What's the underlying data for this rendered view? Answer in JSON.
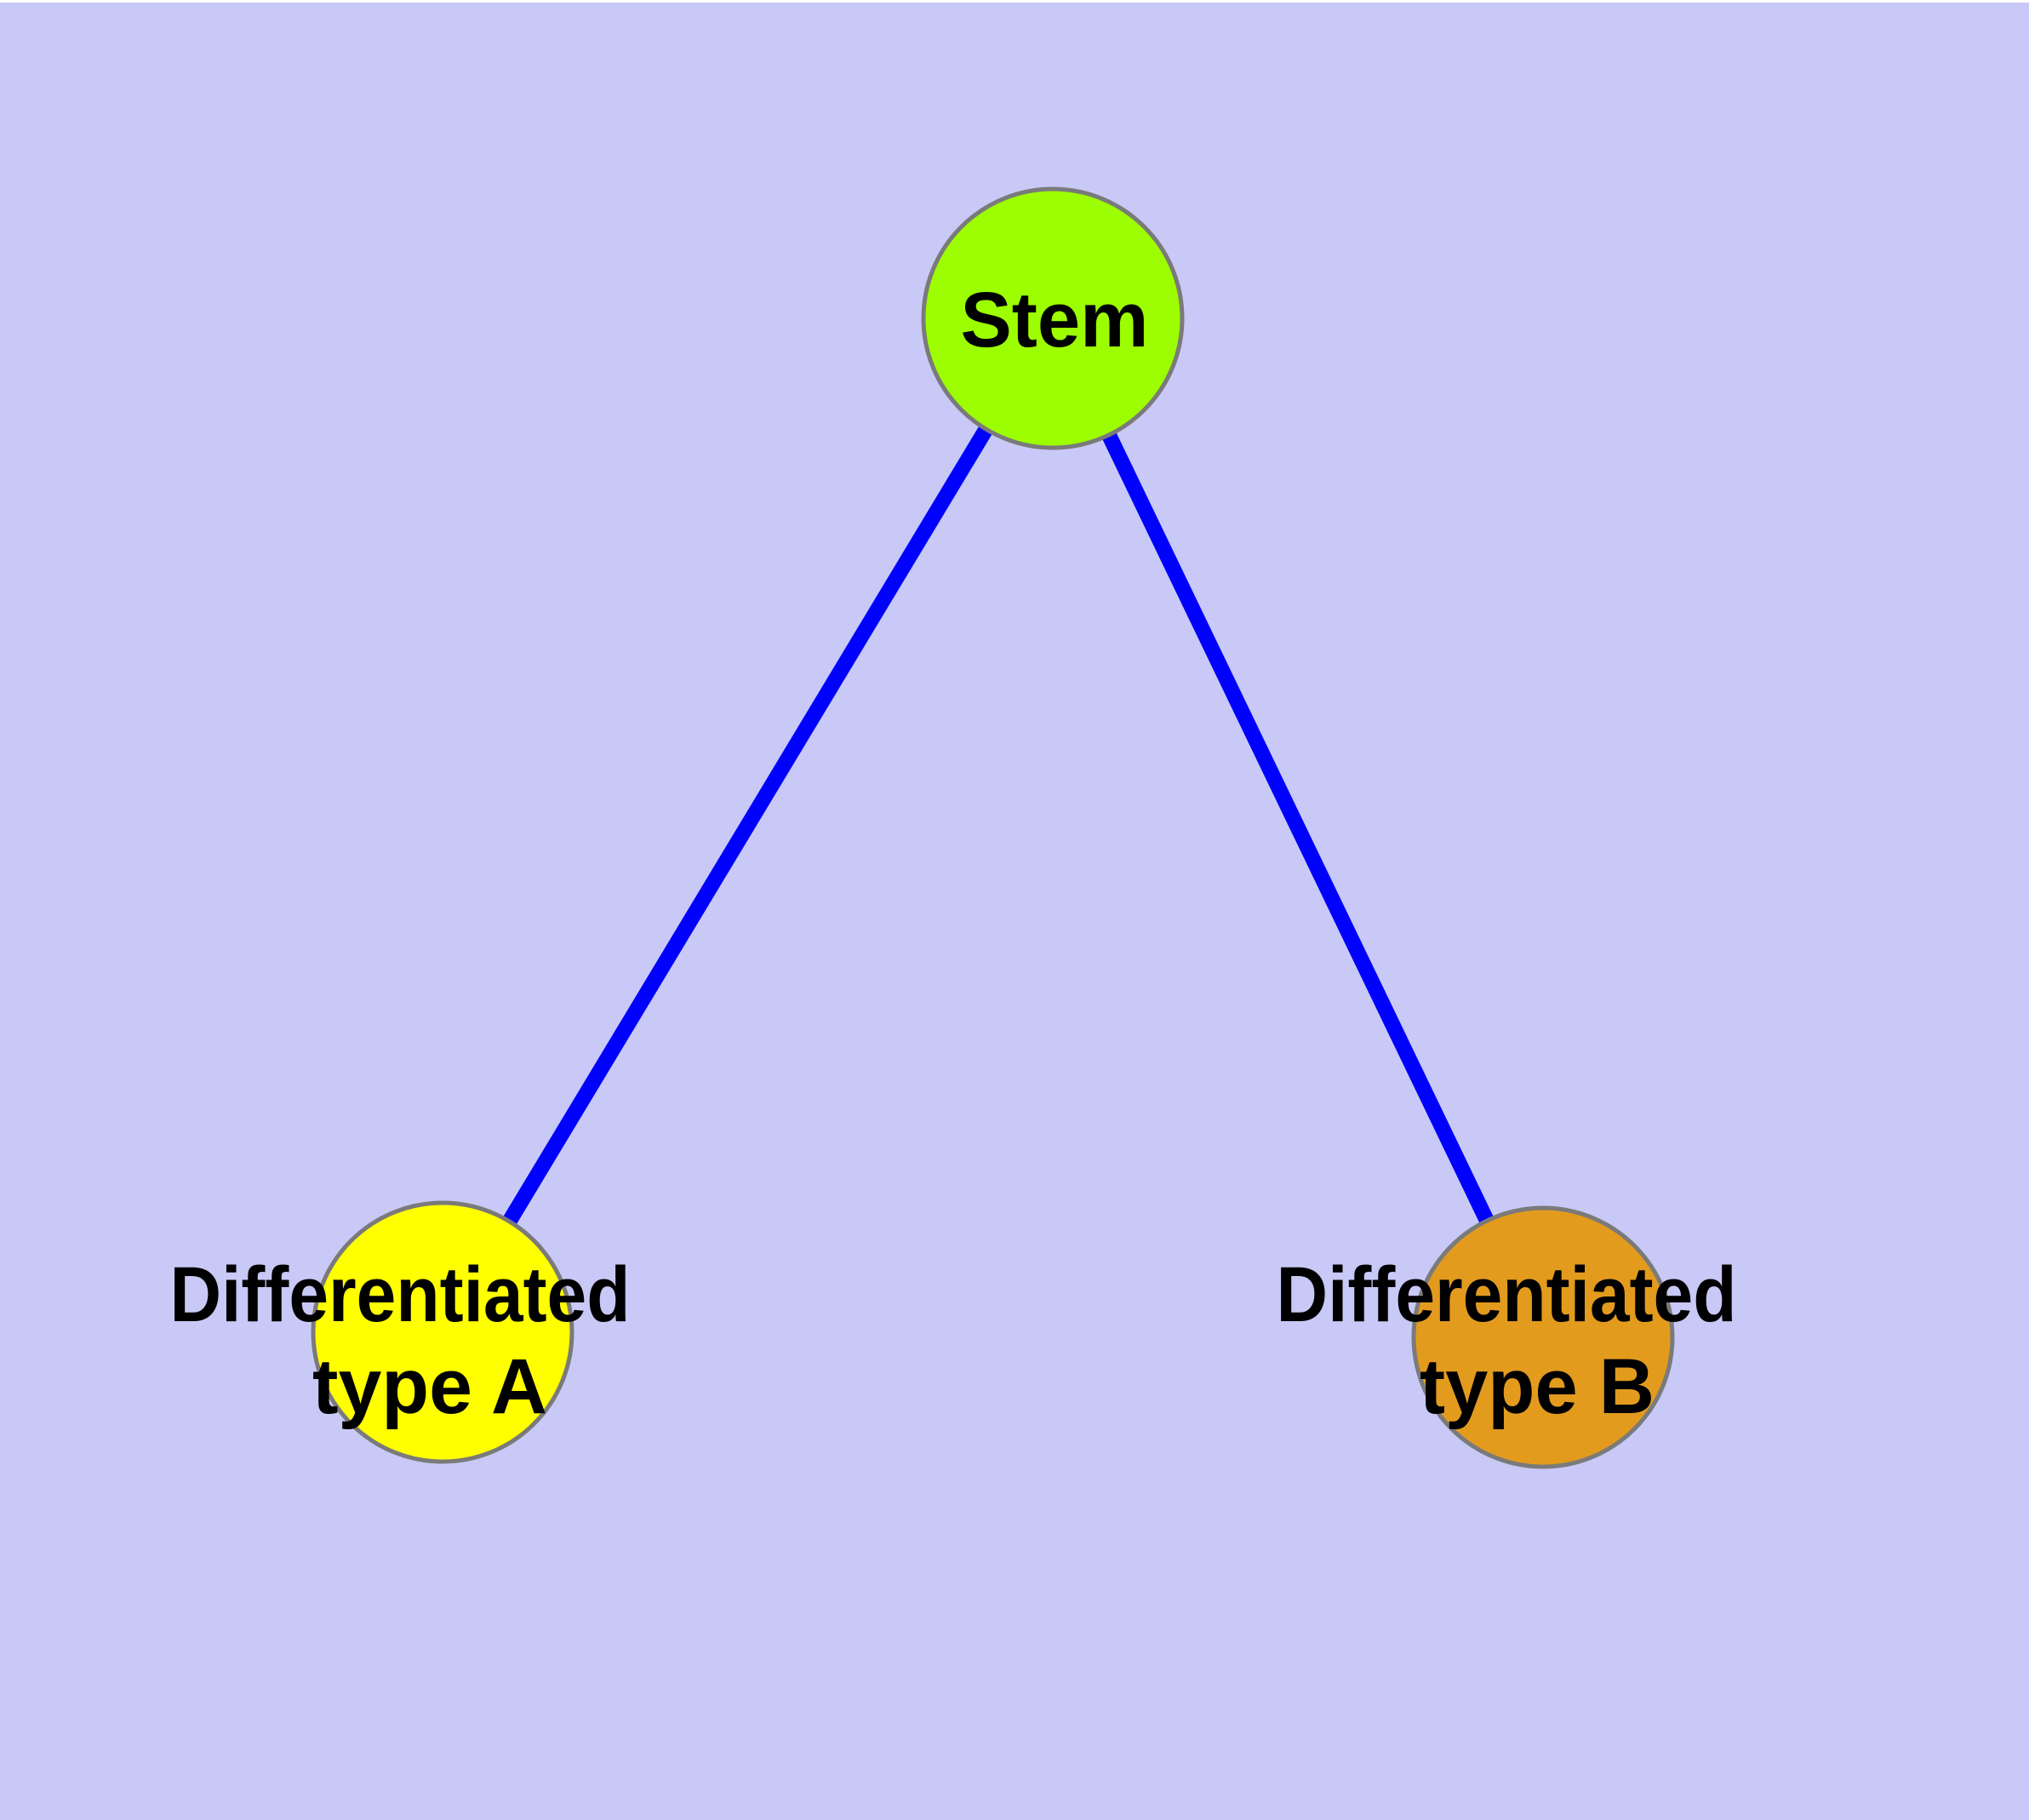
{
  "canvas": {
    "background_color": "#C9C9F7",
    "top_strip_color": "#FFFFFF"
  },
  "graph": {
    "type": "node-link-diagram",
    "edge_color": "#0000FF",
    "node_border_color": "#7A7A7A",
    "label_color": "#000000",
    "nodes": [
      {
        "id": "stem",
        "label": "Stem",
        "fill": "#9CFE00"
      },
      {
        "id": "differentiated-type-a",
        "label": "Differentiated type A",
        "label_line1": "Differentiated",
        "label_line2": "type A",
        "fill": "#FFFF00"
      },
      {
        "id": "differentiated-type-b",
        "label": "Differentiated type B",
        "label_line1": "Differentiated",
        "label_line2": "type B",
        "fill": "#E39B1E"
      }
    ],
    "edges": [
      {
        "from": "stem",
        "to": "differentiated-type-a"
      },
      {
        "from": "stem",
        "to": "differentiated-type-b"
      }
    ]
  }
}
